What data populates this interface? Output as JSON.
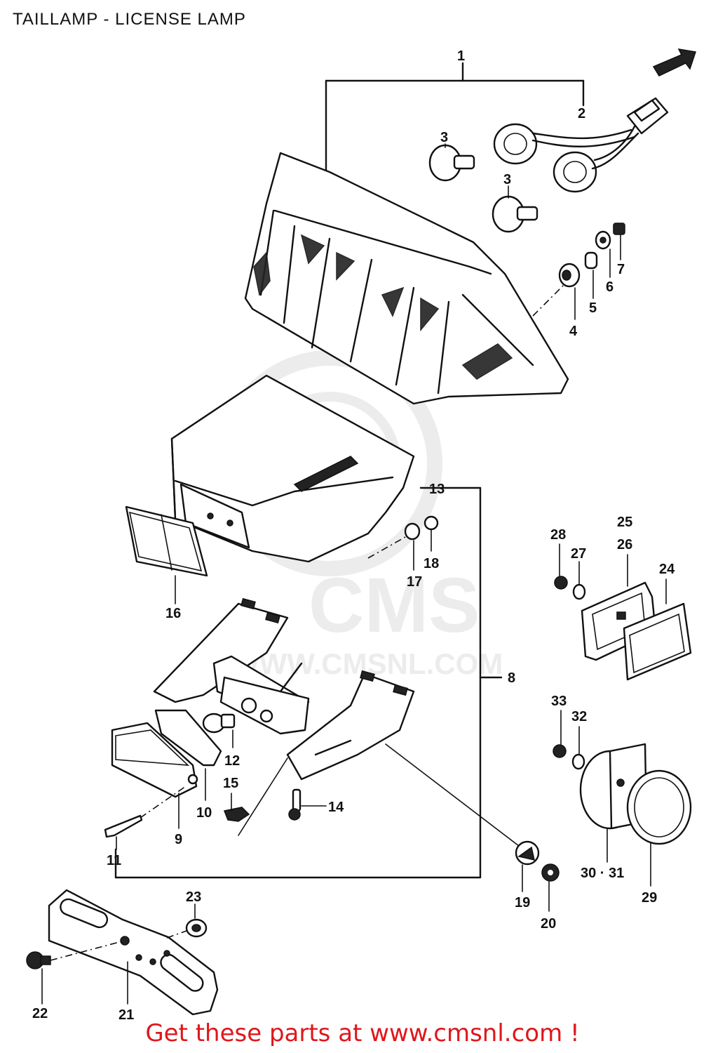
{
  "title": "TAILLAMP - LICENSE LAMP",
  "footer": "Get these parts at www.cmsnl.com !",
  "watermark": {
    "brand": "CMS",
    "url": "WWW.CMSNL.COM"
  },
  "callouts": {
    "c1": "1",
    "c2": "2",
    "c3a": "3",
    "c3b": "3",
    "c4": "4",
    "c5": "5",
    "c6": "6",
    "c7": "7",
    "c8": "8",
    "c9": "9",
    "c10": "10",
    "c11": "11",
    "c12": "12",
    "c13": "13",
    "c14": "14",
    "c15": "15",
    "c16": "16",
    "c17": "17",
    "c18": "18",
    "c19": "19",
    "c20": "20",
    "c21": "21",
    "c22": "22",
    "c23": "23",
    "c24": "24",
    "c25": "25",
    "c26": "26",
    "c27": "27",
    "c28": "28",
    "c29": "29",
    "c30_31": "30 · 31",
    "c32": "32",
    "c33": "33"
  },
  "colors": {
    "footer": "#e0161b",
    "line": "#111111",
    "watermark": "#ececec"
  }
}
